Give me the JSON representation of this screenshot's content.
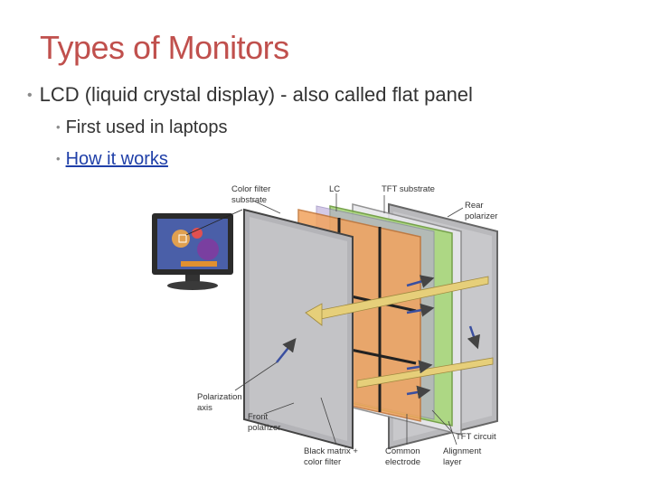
{
  "slide": {
    "title": "Types of Monitors",
    "bullets": [
      {
        "text": "LCD (liquid crystal display) - also called flat panel"
      },
      {
        "text": "First used in laptops"
      },
      {
        "text": "How it works",
        "is_link": true
      }
    ]
  },
  "diagram": {
    "labels": {
      "color_filter_l1": "Color filter",
      "color_filter_l2": "substrate",
      "lc": "LC",
      "tft_substrate": "TFT substrate",
      "rear_l1": "Rear",
      "rear_l2": "polarizer",
      "polarization_l1": "Polarization",
      "polarization_l2": "axis",
      "front_l1": "Front",
      "front_l2": "polarizer",
      "tft_circuit": "TFT circuit",
      "black_matrix_l1": "Black matrix +",
      "black_matrix_l2": "color filter",
      "common_l1": "Common",
      "common_l2": "electrode",
      "alignment_l1": "Alignment",
      "alignment_l2": "layer"
    }
  },
  "colors": {
    "title": "#c0504d",
    "text": "#333333",
    "link": "#1f3fa8",
    "orange_layer": "#f2a35e",
    "green_layer": "#a8d67a",
    "gray_panel": "#b9b9bc",
    "arrow_yellow": "#e6cf7a",
    "arrow_blue": "#3a4fa0"
  }
}
